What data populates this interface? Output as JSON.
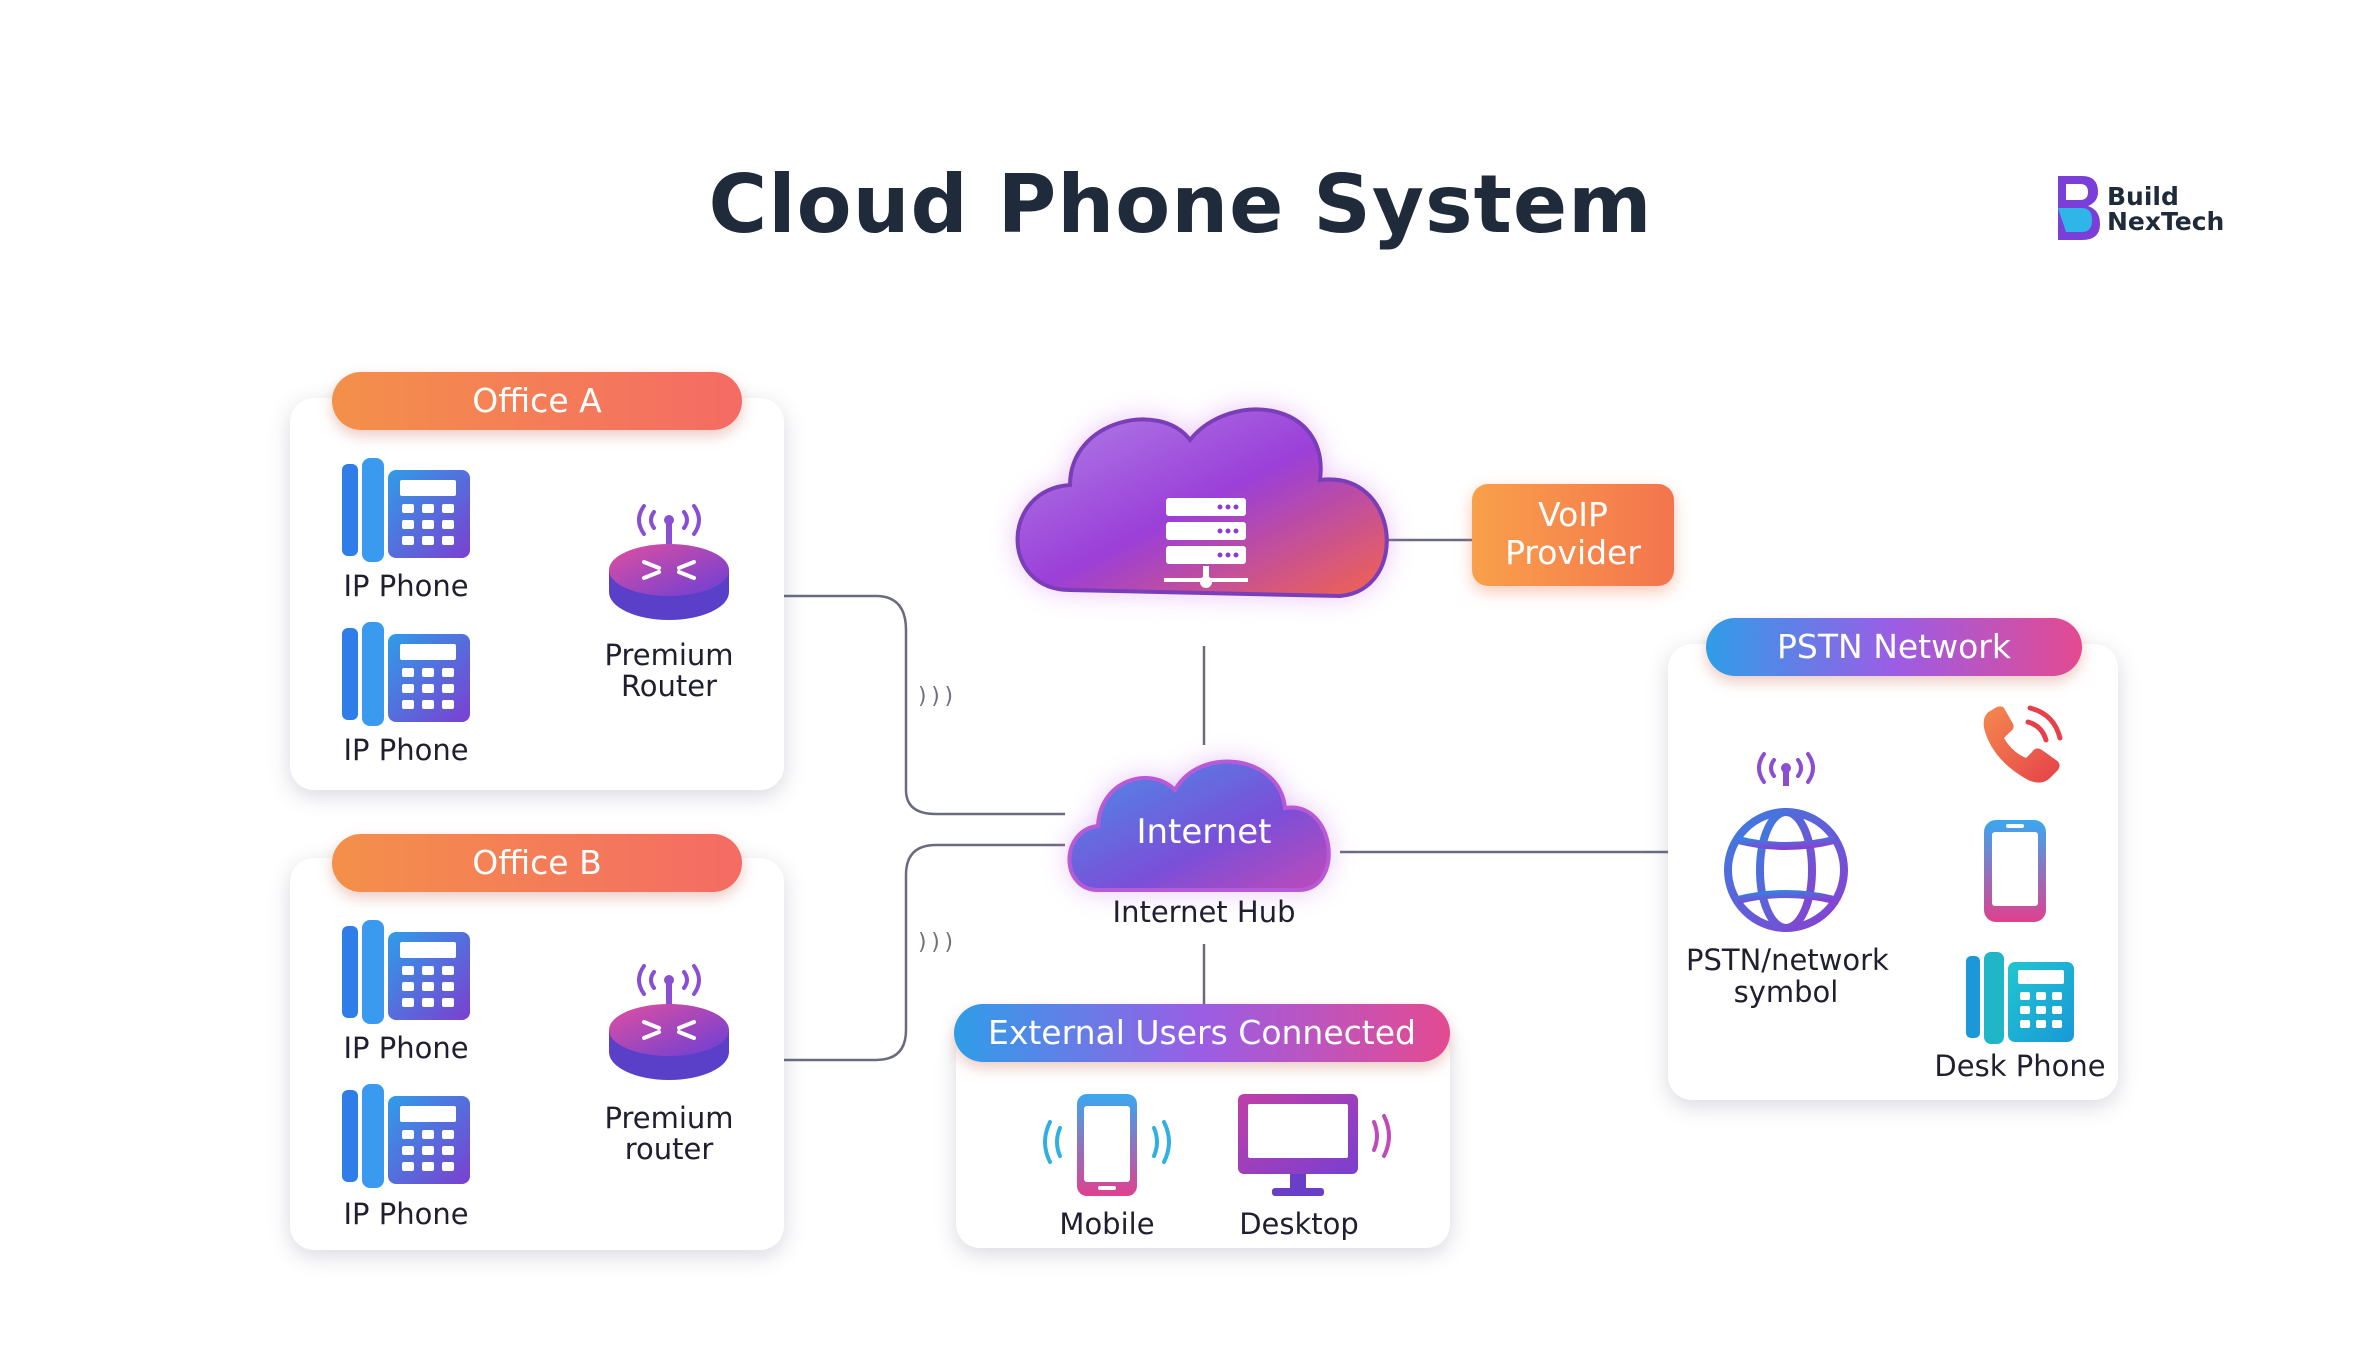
{
  "title": "Cloud Phone System",
  "brand": {
    "line1": "Build",
    "line2": "NexTech"
  },
  "office_a": {
    "title": "Office A",
    "phone1": "IP Phone",
    "phone2": "IP Phone",
    "router_line1": "Premium",
    "router_line2": "Router"
  },
  "office_b": {
    "title": "Office B",
    "phone1": "IP Phone",
    "phone2": "IP Phone",
    "router_line1": "Premium",
    "router_line2": "router"
  },
  "voip": {
    "line1": "VoIP",
    "line2": "Provider"
  },
  "internet": {
    "cloud_label": "Internet",
    "caption": "Internet Hub"
  },
  "pstn": {
    "title": "PSTN Network",
    "symbol_line1": "PSTN/network",
    "symbol_line2": "symbol",
    "desk_phone": "Desk Phone"
  },
  "external": {
    "title": "External Users Connected",
    "mobile": "Mobile",
    "desktop": "Desktop"
  },
  "signal_glyph": ")))",
  "colors": {
    "orange": "#f4844e",
    "purple": "#7b3fd0",
    "blue": "#2f9de8",
    "magenta": "#e0408f",
    "teal": "#20b6c8",
    "line": "#6b6b80"
  },
  "icons": [
    "ip-phone-icon",
    "router-icon",
    "server-icon",
    "globe-icon",
    "phone-handset-icon",
    "smartphone-icon",
    "desk-phone-icon",
    "desktop-monitor-icon",
    "antenna-icon"
  ]
}
